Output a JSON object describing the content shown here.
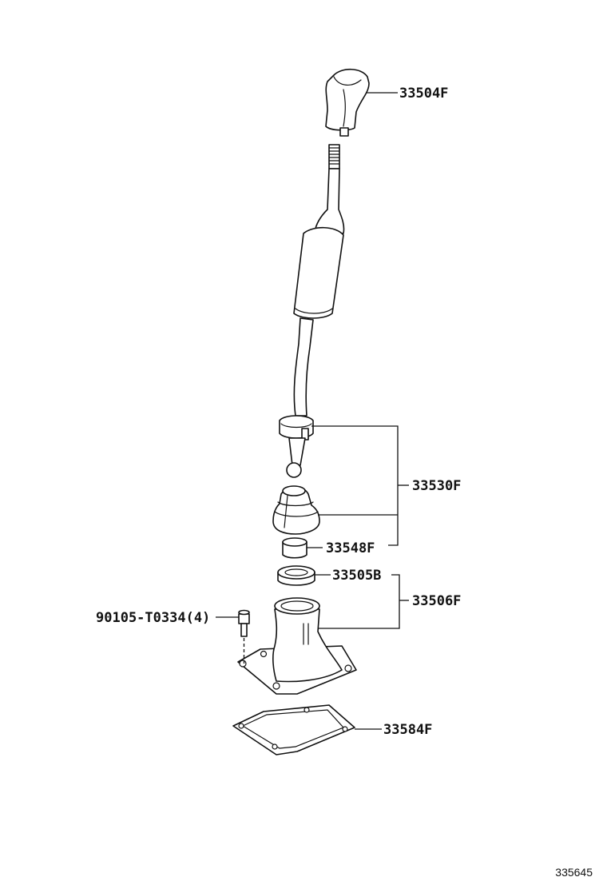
{
  "callouts": {
    "knob": "33504F",
    "lever_assy": "33530F",
    "bushing": "33548F",
    "seal": "33505B",
    "retainer_assy": "33506F",
    "bolt": "90105-T0334(4)",
    "gasket": "33584F"
  },
  "figure_id": "335645"
}
